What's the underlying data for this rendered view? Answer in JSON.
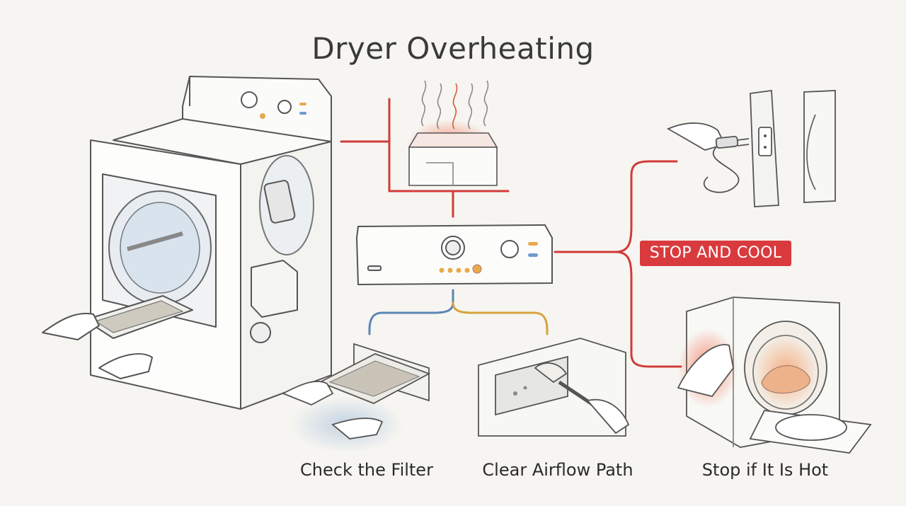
{
  "diagram": {
    "title": "Dryer Overheating",
    "badge": "STOP AND COOL",
    "steps": [
      {
        "label": "Check the Filter"
      },
      {
        "label": "Clear Airflow Path"
      },
      {
        "label": "Stop if It Is Hot"
      }
    ]
  },
  "colors": {
    "background": "#f6f5f1",
    "line_red": "#d23a3a",
    "line_blue": "#5b86b4",
    "line_gold": "#d6a23c",
    "badge_bg": "#d93a3e",
    "sketch": "#555555",
    "heat": "#f26a4b"
  }
}
